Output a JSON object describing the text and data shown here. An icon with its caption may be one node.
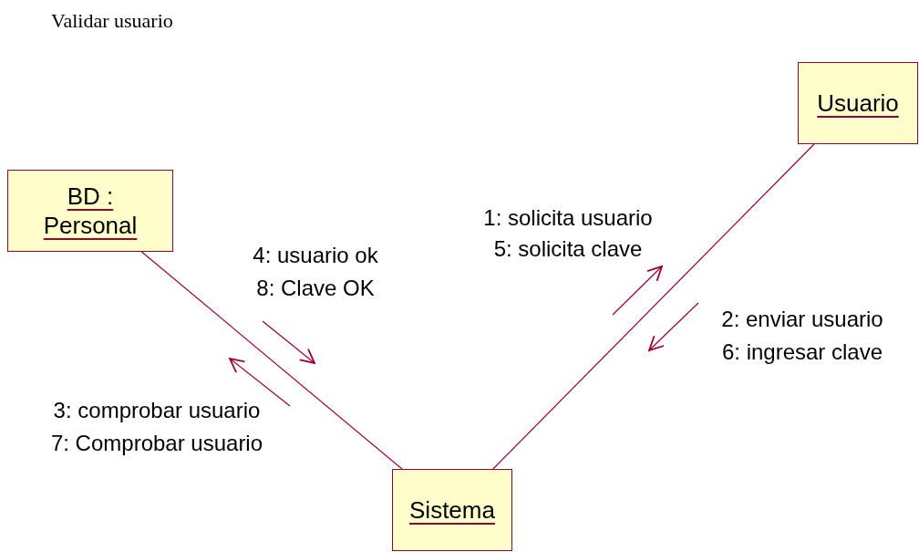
{
  "diagram": {
    "title": "Validar usuario",
    "nodes": [
      {
        "text": [
          "Usuario"
        ]
      },
      {
        "text": [
          "BD : Personal"
        ]
      },
      {
        "text": [
          "Sistema"
        ]
      }
    ],
    "edges": [
      {
        "from": 0,
        "to": 2,
        "arrow": "none"
      },
      {
        "from": 1,
        "to": 2,
        "arrow": "none"
      }
    ],
    "labels": [
      "1: solicita usuario",
      "5: solicita clave",
      "4: usuario ok",
      "8: Clave OK",
      "2: enviar usuario",
      "6: ingresar clave",
      "3: comprobar usuario",
      "7: Comprobar usuario"
    ]
  }
}
